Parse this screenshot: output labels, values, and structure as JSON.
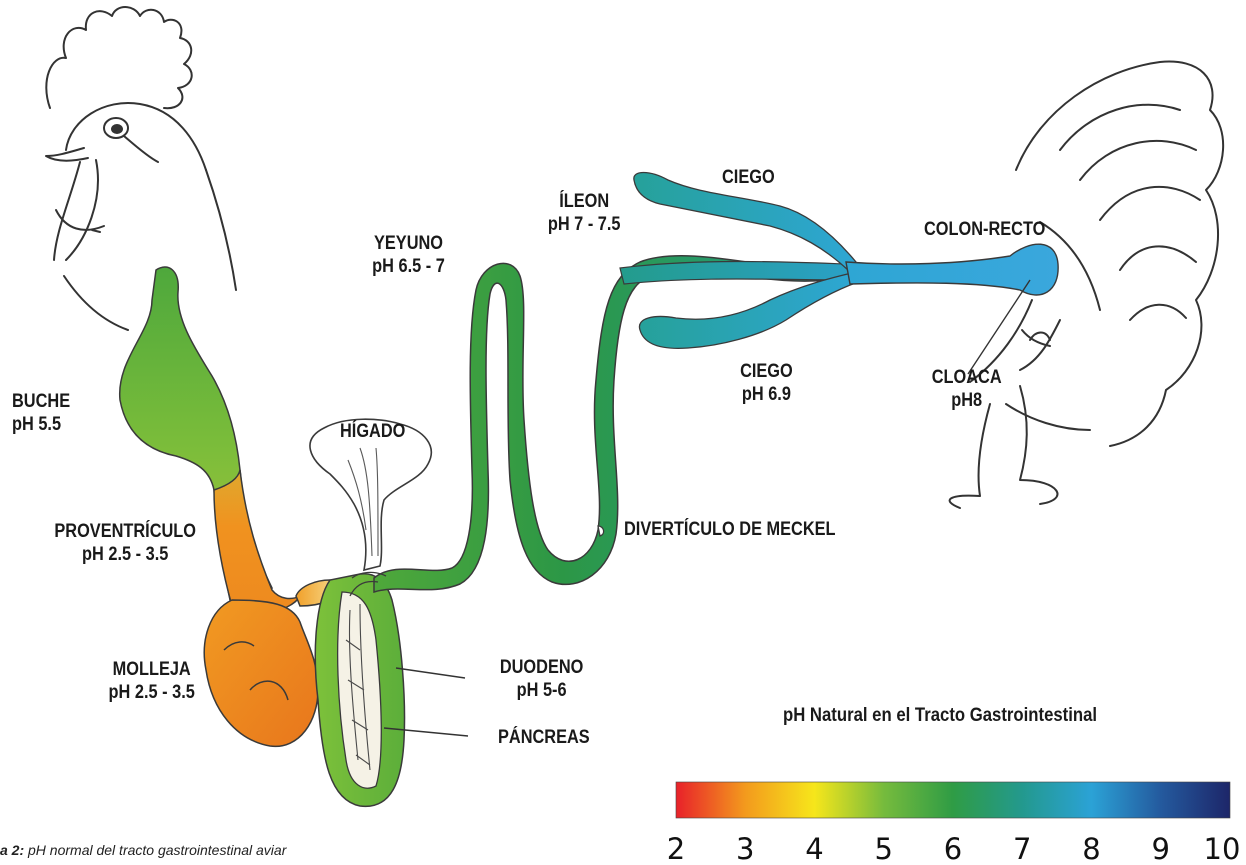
{
  "colors": {
    "ph2": "#e8212a",
    "ph3": "#f39a1d",
    "ph4": "#f6e61b",
    "ph5": "#76bb3d",
    "ph6": "#2f9c45",
    "ph7": "#23998e",
    "ph8": "#2ba2d6",
    "ph9": "#245a9e",
    "ph10": "#1d2669",
    "outline": "#3a3a3a"
  },
  "labels": {
    "buche": {
      "name": "BUCHE",
      "ph": "pH 5.5"
    },
    "proventriculo": {
      "name": "PROVENTRÍCULO",
      "ph": "pH 2.5  -  3.5"
    },
    "molleja": {
      "name": "MOLLEJA",
      "ph": "pH 2.5 - 3.5"
    },
    "higado": {
      "name": "HÍGADO"
    },
    "yeyuno": {
      "name": "YEYUNO",
      "ph": "pH 6.5 - 7"
    },
    "ileon": {
      "name": "ÍLEON",
      "ph": "pH 7 - 7.5"
    },
    "ciego_top": {
      "name": "CIEGO"
    },
    "ciego_bottom": {
      "name": "CIEGO",
      "ph": "pH 6.9"
    },
    "colon_recto": {
      "name": "COLON-RECTO"
    },
    "cloaca": {
      "name": "CLOACA",
      "ph": "pH8"
    },
    "diverticulo": {
      "name": "DIVERTÍCULO DE MECKEL"
    },
    "duodeno": {
      "name": "DUODENO",
      "ph": "pH 5-6"
    },
    "pancreas": {
      "name": "PÁNCREAS"
    }
  },
  "legend": {
    "title": "pH Natural en el Tracto Gastrointestinal",
    "ticks": [
      "2",
      "3",
      "4",
      "5",
      "6",
      "7",
      "8",
      "9",
      "10"
    ],
    "tick_values": [
      2,
      3,
      4,
      5,
      6,
      7,
      8,
      9,
      10
    ]
  },
  "caption": {
    "prefix": "a 2:",
    "text": " pH normal del tracto gastrointestinal aviar"
  }
}
